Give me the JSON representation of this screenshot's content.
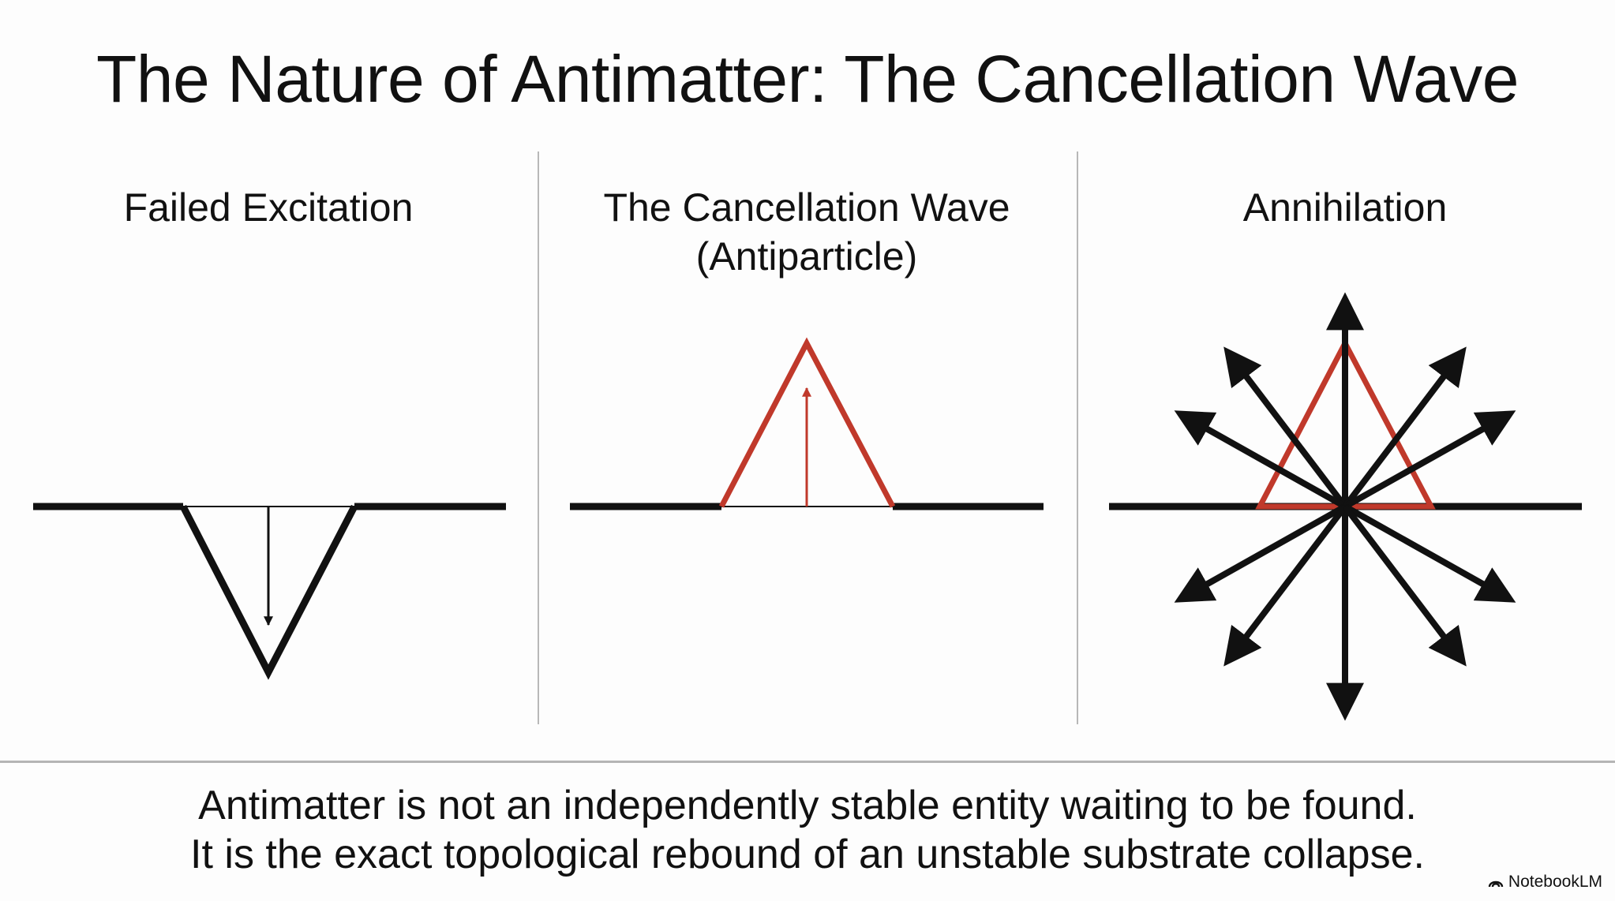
{
  "title": "The Nature of Antimatter: The Cancellation Wave",
  "panels": [
    {
      "title_line1": "Failed Excitation",
      "title_line2": ""
    },
    {
      "title_line1": "The Cancellation Wave",
      "title_line2": "(Antiparticle)"
    },
    {
      "title_line1": "Annihilation",
      "title_line2": ""
    }
  ],
  "caption": {
    "line1": "Antimatter is not an independently stable entity waiting to be found.",
    "line2": "It is the exact topological rebound of an unstable substrate collapse."
  },
  "brand": {
    "name": "NotebookLM",
    "icon": "notebooklm-logo-icon"
  },
  "colors": {
    "accent_red": "#c0392b",
    "ink": "#111111",
    "divider": "#b8b8b8"
  }
}
